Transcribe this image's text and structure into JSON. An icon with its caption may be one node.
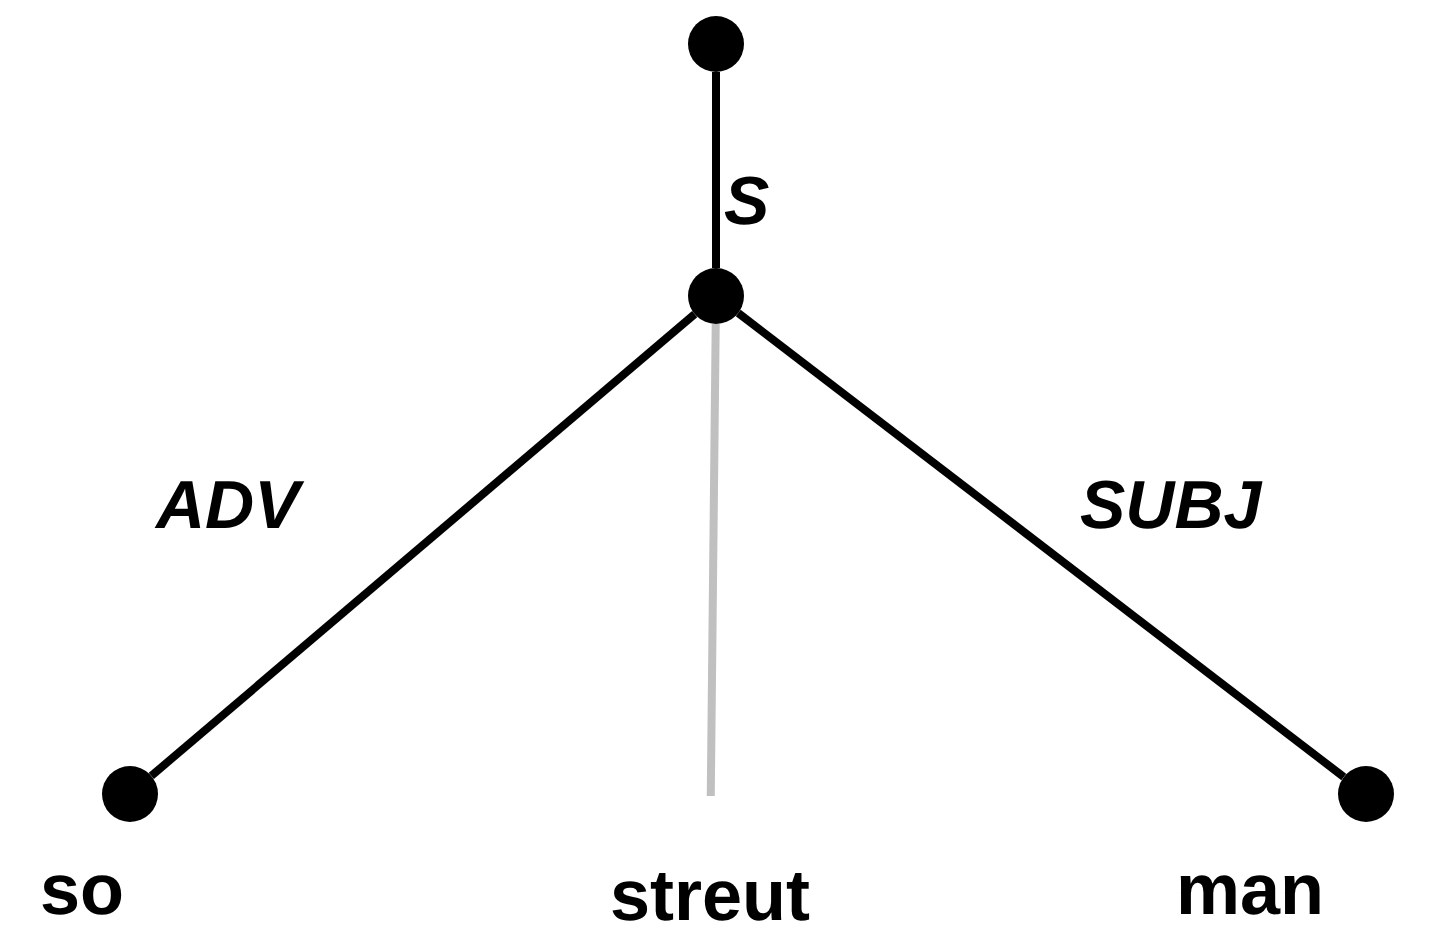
{
  "diagram": {
    "nodes": [
      {
        "text": [],
        "shape": "circle"
      },
      {
        "text": [],
        "shape": "circle"
      },
      {
        "text": [],
        "shape": "circle",
        "beside": [
          "so"
        ]
      },
      {
        "text": [
          "streut"
        ]
      },
      {
        "text": [],
        "shape": "circle",
        "beside": [
          "man"
        ]
      }
    ],
    "edges": [
      {
        "from": 0,
        "to": 1,
        "arrow": "none",
        "label": "S"
      },
      {
        "from": 1,
        "to": 2,
        "arrow": "none",
        "label": "ADV"
      },
      {
        "from": 1,
        "to": 3,
        "arrow": "none",
        "color": "#c0c0c0"
      },
      {
        "from": 1,
        "to": 4,
        "arrow": "none",
        "label": "SUBJ"
      }
    ]
  }
}
